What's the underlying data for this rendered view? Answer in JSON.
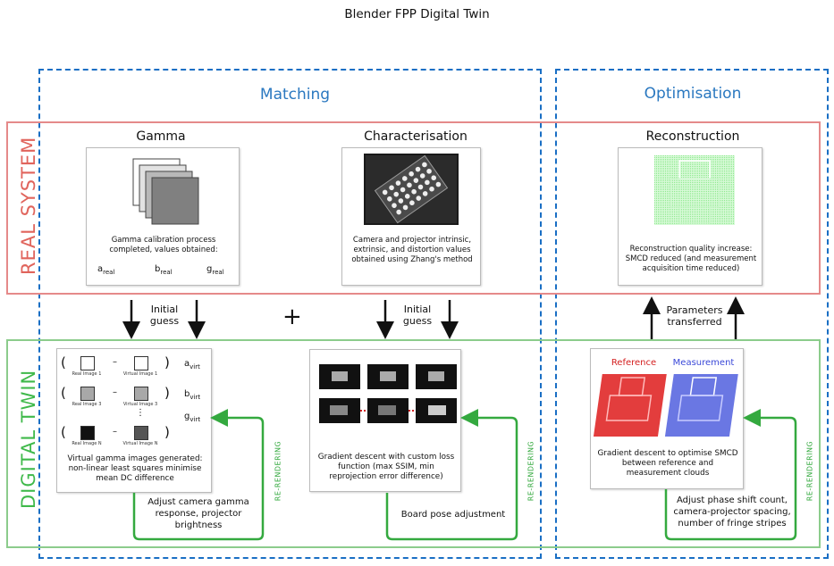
{
  "title": "Blender FPP Digital Twin",
  "sections": {
    "matching": "Matching",
    "optimisation": "Optimisation"
  },
  "side_labels": {
    "real_system": "REAL SYSTEM",
    "digital_twin": "DIGITAL TWIN"
  },
  "columns": {
    "gamma": "Gamma",
    "characterisation": "Characterisation",
    "reconstruction": "Reconstruction"
  },
  "real": {
    "gamma_caption": "Gamma calibration process completed, values obtained:",
    "gamma_values": [
      "a",
      "b",
      "g"
    ],
    "gamma_sub": "real",
    "char_caption": "Camera and projector intrinsic, extrinsic, and distortion values obtained using Zhang's method",
    "recon_caption": "Reconstruction quality increase: SMCD reduced (and measurement acquisition time reduced)"
  },
  "arrows": {
    "initial_guess": "Initial guess",
    "plus": "+",
    "parameters_transferred": "Parameters transferred"
  },
  "twin": {
    "gamma_rows": [
      {
        "real": "Real Image 1",
        "virtual": "Virtual Image 1",
        "sym": "a",
        "real_fill": "#ffffff",
        "virt_fill": "#ffffff"
      },
      {
        "real": "Real Image 3",
        "virtual": "Virtual Image 3",
        "sym": "b",
        "real_fill": "#a8a8a8",
        "virt_fill": "#a8a8a8"
      },
      {
        "real": "Real Image N",
        "virtual": "Virtual Image N",
        "sym": "g",
        "real_fill": "#111111",
        "virt_fill": "#555555"
      }
    ],
    "gamma_sub": "virt",
    "dots": "⋮",
    "minus": "–",
    "gamma_caption": "Virtual gamma images generated: non-linear least squares minimise mean DC difference",
    "gamma_adjust": "Adjust camera gamma response, projector brightness",
    "char_caption": "Gradient descent with custom loss function (max SSIM, min reprojection error difference)",
    "char_adjust": "Board pose adjustment",
    "opt_reference": "Reference",
    "opt_measurement": "Measurement",
    "opt_caption": "Gradient descent to optimise SMCD between reference and measurement clouds",
    "opt_adjust": "Adjust phase shift count, camera-projector spacing, number of fringe stripes",
    "rerendering": "RE-RENDERING"
  },
  "colors": {
    "dashed": "#1a6fc4",
    "real_border": "#e58a8a",
    "twin_border": "#8ccc8c",
    "loop": "#34a93f",
    "reference": "#d42020",
    "measurement": "#3a48d8",
    "recon": "#88ee88"
  }
}
